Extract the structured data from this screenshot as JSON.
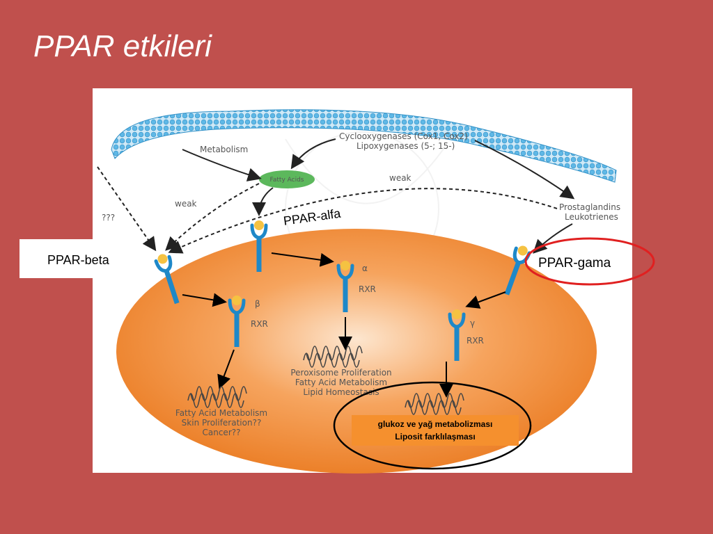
{
  "slide": {
    "title": "PPAR etkileri"
  },
  "diagram": {
    "top_labels": {
      "metabolism": "Metabolism",
      "cyclooxygenases": "Cyclooxygenases (Cox1,  Cox2)",
      "lipoxygenases": "Lipoxygenases (5-; 15-)",
      "fatty_acids": "Fatty Acids",
      "weak_left": "weak",
      "weak_right": "weak",
      "unknown": "???",
      "prostaglandins": "Prostaglandins",
      "leukotrienes": "Leukotrienes"
    },
    "overlays": {
      "ppar_beta": "PPAR-beta",
      "ppar_alfa": "PPAR-alfa",
      "ppar_gama": "PPAR-gama",
      "result_line1": "glukoz ve yağ metabolizması",
      "result_line2": "Liposit farklılaşması"
    },
    "beta_branch": {
      "symbol": "β",
      "rxr": "RXR",
      "out1": "Fatty Acid Metabolism",
      "out2": "Skin Proliferation??",
      "out3": "Cancer??"
    },
    "alpha_branch": {
      "symbol": "α",
      "rxr": "RXR",
      "out1": "Peroxisome Proliferation",
      "out2": "Fatty Acid Metabolism",
      "out3": "Lipid Homeostasis"
    },
    "gamma_branch": {
      "symbol": "γ",
      "rxr": "RXR"
    },
    "colors": {
      "background": "#c0504d",
      "receptor": "#1e88c8",
      "ligand": "#f5c242",
      "nucleus": "#f08a2c",
      "fatty_acid_oval": "#5cb85c",
      "highlight_circle": "#e02020",
      "result_box": "#f5902e"
    }
  }
}
